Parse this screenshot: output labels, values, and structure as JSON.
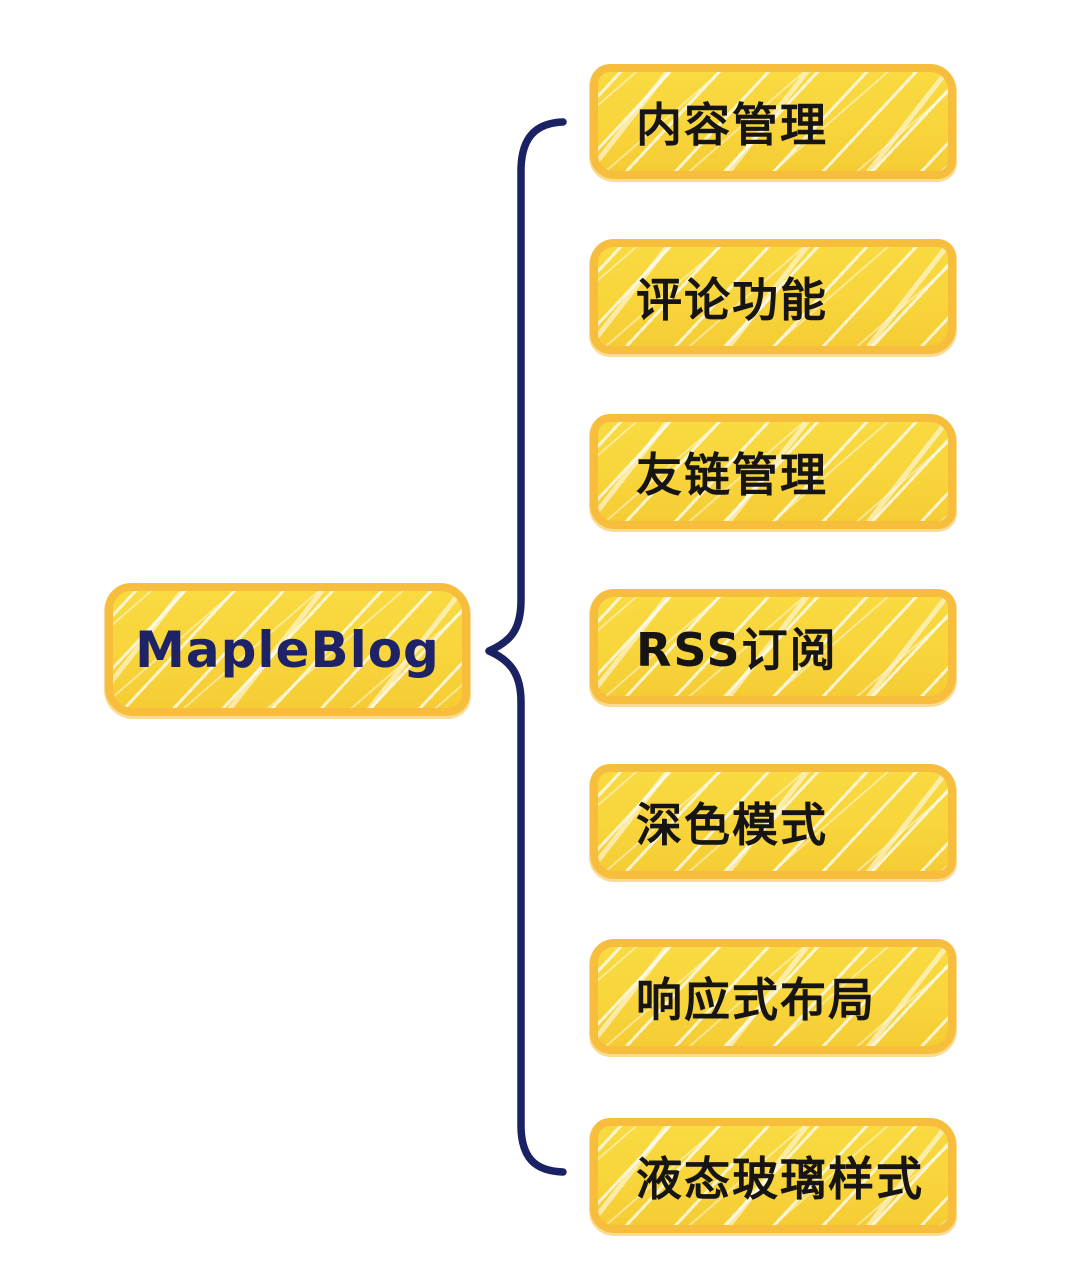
{
  "root": {
    "label": "MapleBlog"
  },
  "branches": [
    {
      "label": "内容管理"
    },
    {
      "label": "评论功能"
    },
    {
      "label": "友链管理"
    },
    {
      "label": "RSS订阅"
    },
    {
      "label": "深色模式"
    },
    {
      "label": "响应式布局"
    },
    {
      "label": "液态玻璃样式"
    }
  ],
  "colors": {
    "background": "#FFFFFF",
    "box_fill": "#F8D53B",
    "box_border": "#F6BE3C",
    "hatch": "#FFFFFF",
    "brace": "#1B2264",
    "root_text": "#1D2366",
    "branch_text": "#171513"
  }
}
